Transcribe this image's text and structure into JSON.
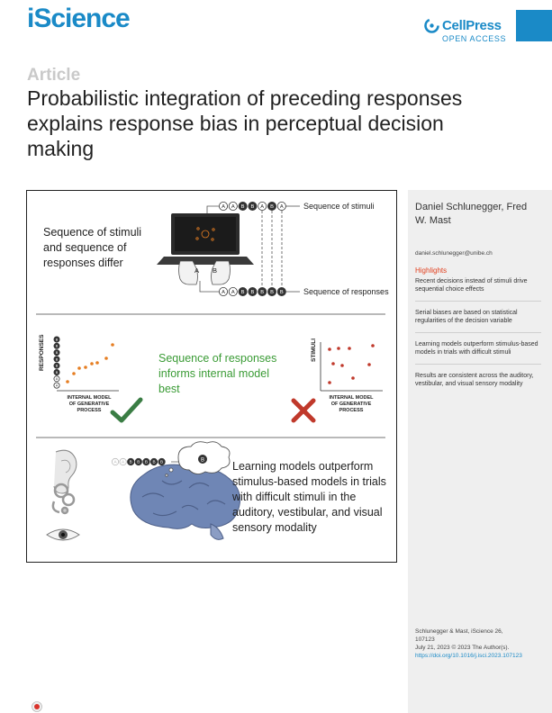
{
  "header": {
    "journal": "iScience",
    "publisher": "CellPress",
    "access": "OPEN ACCESS"
  },
  "article": {
    "label": "Article",
    "title": "Probabilistic integration of preceding responses explains response bias in perceptual decision making"
  },
  "sidebar": {
    "authors": "Daniel Schlunegger, Fred W. Mast",
    "email": "daniel.schlunegger@unibe.ch",
    "highlights_title": "Highlights",
    "highlights": [
      "Recent decisions instead of stimuli drive sequential choice effects",
      "Serial biases are based on statistical regularities of the decision variable",
      "Learning models outperform stimulus-based models in trials with difficult stimuli",
      "Results are consistent across the auditory, vestibular, and visual sensory modality"
    ],
    "citation": "Schlunegger & Mast, iScience 26, 107123",
    "date": "July 21, 2023 © 2023 The Author(s).",
    "doi": "https://doi.org/10.1016/j.isci.2023.107123"
  },
  "graphical_abstract": {
    "panel1_text": [
      "Sequence of stimuli",
      "and sequence of",
      "responses differ"
    ],
    "stim_label": "Sequence of stimuli",
    "resp_label": "Sequence of responses",
    "stim_seq": [
      "A",
      "A",
      "B",
      "B",
      "A",
      "B",
      "A"
    ],
    "resp_seq": [
      "A",
      "A",
      "B",
      "B",
      "B",
      "B",
      "B"
    ],
    "hand_left": "A",
    "hand_right": "B",
    "panel2_text": [
      "Sequence of responses",
      "informs internal model",
      "best"
    ],
    "left_y_label": "RESPONSES",
    "right_y_label": "STIMULI",
    "x_label": [
      "INTERNAL MODEL",
      "OF GENERATIVE",
      "PROCESS"
    ],
    "panel3_text": [
      "Learning models outperform",
      "stimulus-based models in trials",
      "with difficult stimuli in the",
      "auditory, vestibular, and visual",
      "sensory modality"
    ],
    "brain_seq": [
      "A",
      "A",
      "B",
      "B",
      "B",
      "B",
      "B"
    ],
    "thought": "B",
    "colors": {
      "accent": "#e67e22",
      "check": "#3a7d44",
      "cross": "#c0392b",
      "text_green": "#3a9b35",
      "brain": "#6f86b5"
    }
  }
}
